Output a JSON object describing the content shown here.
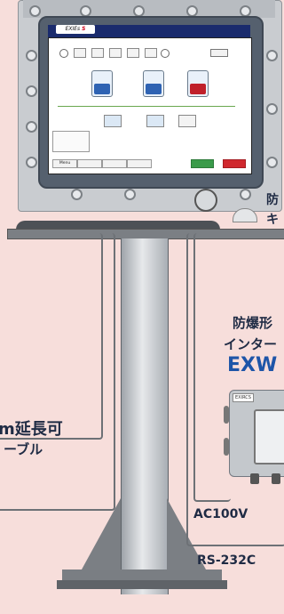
{
  "screen": {
    "brand": "EXIEs",
    "brand_mark": "S",
    "menu_label": "Menu",
    "buttons": [
      "",
      "",
      "",
      "",
      ""
    ]
  },
  "labels": {
    "exp_top": "防",
    "exp_top2": "キ",
    "ext_line1": "m延長可",
    "ext_line2": "ーブル",
    "exw_line1": "防爆形",
    "exw_line2": "インター",
    "exw_code": "EXW",
    "ac": "AC100V",
    "rs": "RS-232C",
    "exw_brand": "EXIRCS"
  },
  "colors": {
    "background": "#f7dedb",
    "accent_blue": "#1e55a8",
    "dark_text": "#1f2b44"
  }
}
